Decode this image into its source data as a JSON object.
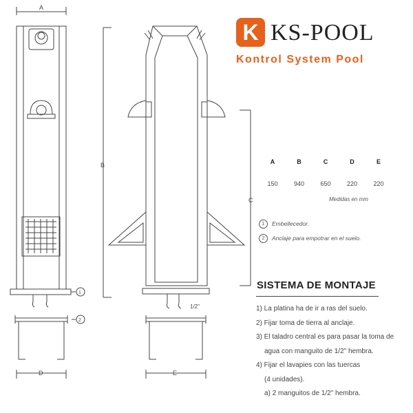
{
  "brand": {
    "logo_letter": "K",
    "name": "KS-POOL",
    "tagline": "Kontrol System Pool",
    "accent_color": "#e5611c"
  },
  "drawing_labels": {
    "dim_a": "A",
    "dim_b": "B",
    "dim_c": "C",
    "dim_d": "D",
    "dim_e": "E",
    "callout_1": "1",
    "callout_2": "2",
    "hose_size": "1/2\""
  },
  "dimensions": {
    "headers": [
      "A",
      "B",
      "C",
      "D",
      "E"
    ],
    "values": [
      "150",
      "940",
      "650",
      "220",
      "220"
    ],
    "units_note": "Medidas en mm"
  },
  "legend": [
    {
      "num": "1",
      "text": "Embellecedor."
    },
    {
      "num": "2",
      "text": "Anclaje para empotrar en el suelo."
    }
  ],
  "montaje": {
    "title": "SISTEMA DE MONTAJE",
    "steps": [
      "1) La platina ha de ir a ras del suelo.",
      "2) Fijar toma de tierra al anclaje.",
      "3) El taladro central es para pasar la toma de",
      "agua con manguito de 1/2\" hembra.",
      "4) Fijar el lavapies con las tuercas",
      "(4 unidades).",
      "a) 2 manguitos de 1/2\" hembra."
    ]
  }
}
